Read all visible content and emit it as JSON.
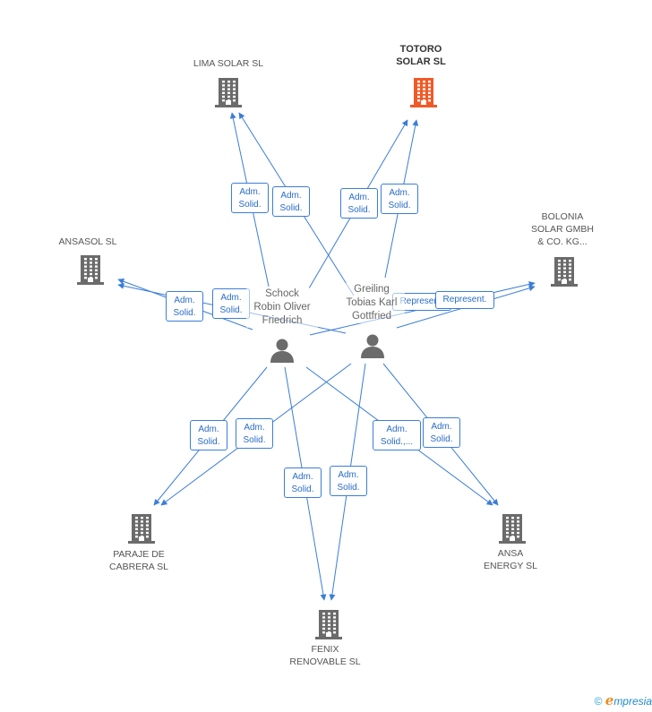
{
  "companies": [
    {
      "id": "lima",
      "label": "LIMA SOLAR SL",
      "highlight": false
    },
    {
      "id": "totoro",
      "label": "TOTORO\nSOLAR SL",
      "highlight": true
    },
    {
      "id": "ansasol",
      "label": "ANSASOL SL",
      "highlight": false
    },
    {
      "id": "bolonia",
      "label": "BOLONIA\nSOLAR GMBH\n& CO. KG...",
      "highlight": false
    },
    {
      "id": "paraje",
      "label": "PARAJE DE\nCABRERA SL",
      "highlight": false
    },
    {
      "id": "fenix",
      "label": "FENIX\nRENOVABLE SL",
      "highlight": false
    },
    {
      "id": "ansa",
      "label": "ANSA\nENERGY SL",
      "highlight": false
    }
  ],
  "persons": [
    {
      "id": "schock",
      "label": "Schock\nRobin Oliver\nFriedrich"
    },
    {
      "id": "greiling",
      "label": "Greiling\nTobias Karl\nGottfried"
    }
  ],
  "edges": [
    {
      "from": "schock",
      "to": "lima",
      "label": "Adm.\nSolid."
    },
    {
      "from": "greiling",
      "to": "lima",
      "label": "Adm.\nSolid."
    },
    {
      "from": "schock",
      "to": "totoro",
      "label": "Adm.\nSolid."
    },
    {
      "from": "greiling",
      "to": "totoro",
      "label": "Adm.\nSolid."
    },
    {
      "from": "schock",
      "to": "ansasol",
      "label": "Adm.\nSolid."
    },
    {
      "from": "greiling",
      "to": "ansasol",
      "label": "Adm.\nSolid."
    },
    {
      "from": "schock",
      "to": "bolonia",
      "label": "Represent."
    },
    {
      "from": "greiling",
      "to": "bolonia",
      "label": "Represent."
    },
    {
      "from": "schock",
      "to": "paraje",
      "label": "Adm.\nSolid."
    },
    {
      "from": "greiling",
      "to": "paraje",
      "label": "Adm.\nSolid."
    },
    {
      "from": "schock",
      "to": "fenix",
      "label": "Adm.\nSolid."
    },
    {
      "from": "greiling",
      "to": "fenix",
      "label": "Adm.\nSolid."
    },
    {
      "from": "schock",
      "to": "ansa",
      "label": "Adm.\nSolid.,..."
    },
    {
      "from": "greiling",
      "to": "ansa",
      "label": "Adm.\nSolid."
    }
  ],
  "colors": {
    "edge": "#3b7dd8",
    "building": "#6b6b6b",
    "building_highlight": "#f05a28",
    "person": "#6b6b6b"
  },
  "footer": {
    "copyright": "©",
    "brand_e": "e",
    "brand_rest": "mpresia"
  }
}
